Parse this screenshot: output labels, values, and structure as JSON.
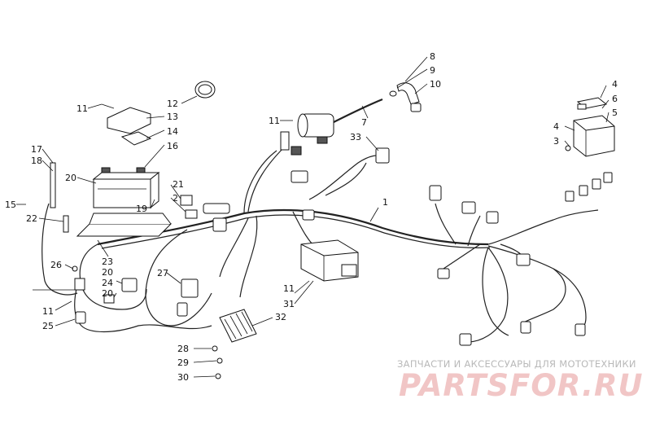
{
  "watermark": {
    "tagline": "ЗАПЧАСТИ И АКСЕССУАРЫ ДЛЯ МОТОТЕХНИКИ",
    "logo_text": "PARTSFOR.RU"
  },
  "callouts": [
    "8",
    "9",
    "10",
    "12",
    "11",
    "13",
    "14",
    "16",
    "7",
    "11",
    "33",
    "4",
    "6",
    "5",
    "4",
    "3",
    "17",
    "18",
    "20",
    "21",
    "2",
    "19",
    "15",
    "22",
    "1",
    "26",
    "23",
    "20",
    "27",
    "24",
    "20",
    "11",
    "31",
    "11",
    "25",
    "32",
    "28",
    "29",
    "30"
  ]
}
